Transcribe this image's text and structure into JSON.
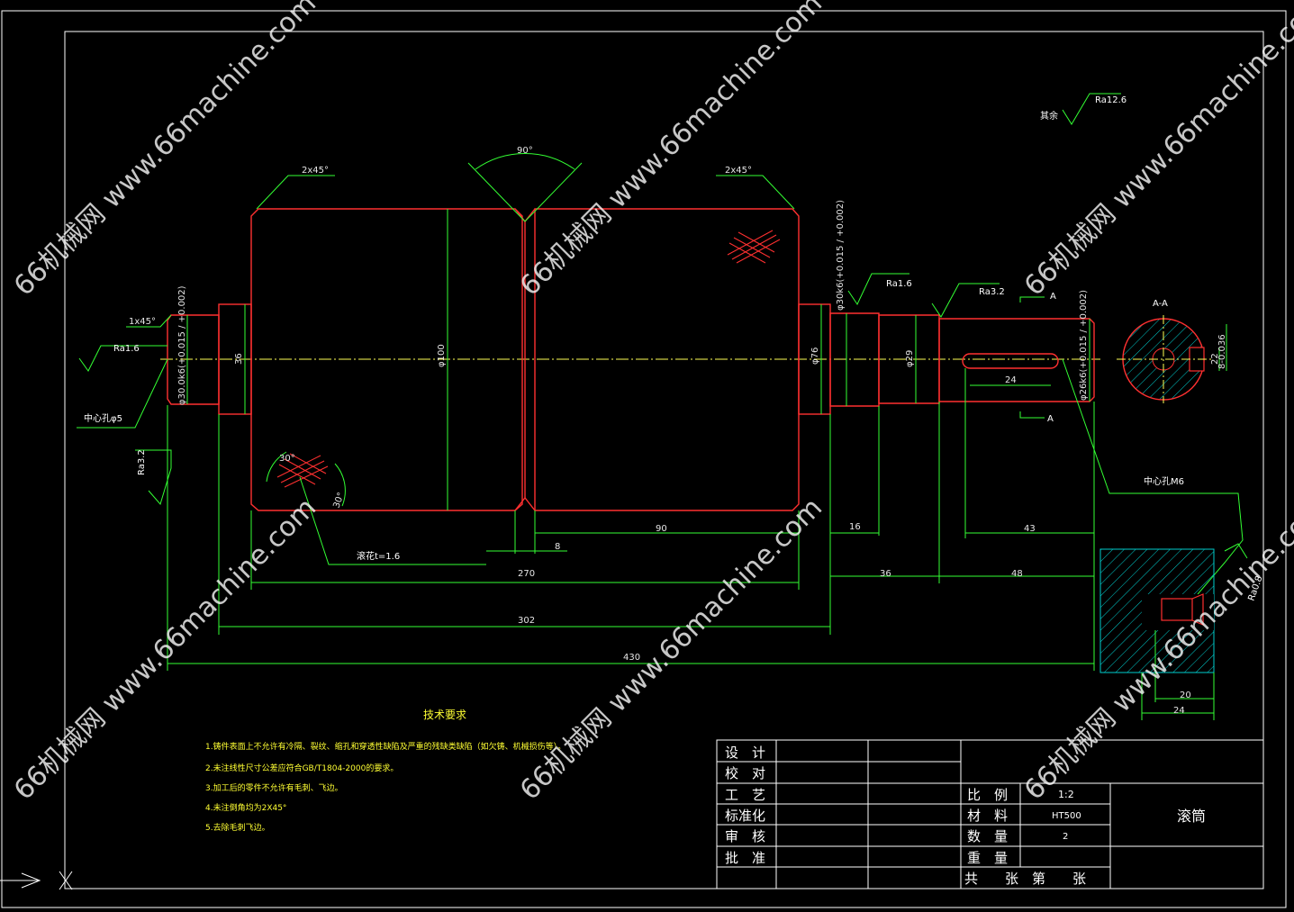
{
  "dimensions": {
    "chamfer_left": "2x45°",
    "chamfer_right": "2x45°",
    "groove_angle": "90°",
    "chamfer_end": "1x45°",
    "diam_left_end": "φ30.0k6(+0.015 / +0.002)",
    "diam_36": "36",
    "diam_roll": "φ100",
    "diam_76": "φ76",
    "diam_shaft_k6": "φ30k6(+0.015 / +0.002)",
    "diam_29": "φ29",
    "diam_right_end": "φ26k6(+0.015 / +0.002)",
    "key_length": "24",
    "key_width": "8-0.036",
    "key_depth": "22",
    "knurl_angle_a": "30°",
    "knurl_angle_b": "30°",
    "len_90": "90",
    "len_8": "8",
    "len_270": "270",
    "len_302": "302",
    "len_430": "430",
    "len_16": "16",
    "len_36": "36",
    "len_48": "48",
    "len_43": "43",
    "len_20": "20",
    "len_24b": "24"
  },
  "roughness": {
    "ra16_left": "Ra1.6",
    "ra32_left": "Ra3.2",
    "ra16_shaft": "Ra1.6",
    "ra32_shaft": "Ra3.2",
    "ra125": "Ra12.6",
    "rest_label": "其余",
    "ra_detail": "Ra0.8"
  },
  "labels": {
    "section_title": "A-A",
    "section_mark_top": "A",
    "section_mark_bottom": "A",
    "center_hole_left": "中心孔φ5",
    "center_hole_right": "中心孔M6",
    "knurl_note": "滚花t=1.6"
  },
  "tech_requirements": {
    "title": "技术要求",
    "items": [
      "1.铸件表面上不允许有冷隔、裂纹、缩孔和穿透性缺陷及严重的残缺类缺陷（如欠铸、机械损伤等）。",
      "2.未注线性尺寸公差应符合GB/T1804-2000的要求。",
      "3.加工后的零件不允许有毛刺、飞边。",
      "4.未注倒角均为2X45°",
      "5.去除毛刺飞边。"
    ]
  },
  "title_block": {
    "roles": [
      "设　计",
      "校　对",
      "工　艺",
      "标准化",
      "审　核",
      "批　准"
    ],
    "scale_label": "比　例",
    "scale_value": "1:2",
    "material_label": "材　料",
    "material_value": "HT500",
    "qty_label": "数　量",
    "qty_value": "2",
    "weight_label": "重　量",
    "sheet_label": "共　　张　第　　张",
    "part_name": "滚筒"
  },
  "watermark": "66机械网 www.66machine.com",
  "colors": {
    "frame": "#ffffff",
    "part": "#ff3030",
    "dimension": "#33ff33",
    "centerline": "#ffff55",
    "hatch": "#00cccc",
    "text": "#ffffff",
    "tech_text": "#ffff33"
  }
}
